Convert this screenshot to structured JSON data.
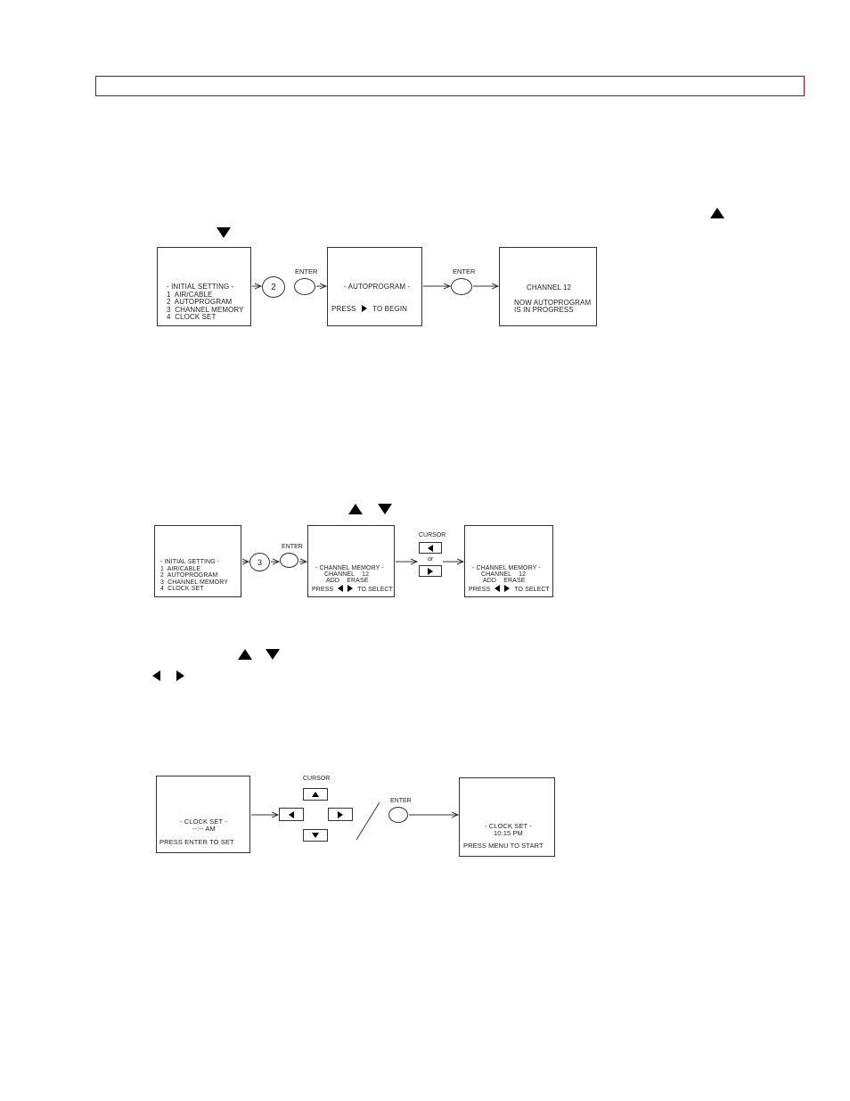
{
  "colors": {
    "header_border": "#c00000",
    "ink": "#222222"
  },
  "diagram1": {
    "menu_title": "- INITIAL SETTING -",
    "menu_items": [
      "1  AIR/CABLE",
      "2  AUTOPROGRAM",
      "3  CHANNEL MEMORY",
      "4  CLOCK SET"
    ],
    "key_number": "2",
    "enter_label_1": "ENTER",
    "autoprogram_title": "- AUTOPROGRAM -",
    "press_label": "PRESS",
    "to_begin_label": "TO BEGIN",
    "enter_label_2": "ENTER",
    "channel_label": "CHANNEL 12",
    "progress_line1": "NOW AUTOPROGRAM",
    "progress_line2": "IS IN PROGRESS"
  },
  "diagram2": {
    "menu_title": "- INITIAL SETTING -",
    "menu_items": [
      "1  AIR/CABLE",
      "2  AUTOPROGRAM",
      "3  CHANNEL MEMORY",
      "4  CLOCK SET"
    ],
    "key_number": "3",
    "enter_label": "ENTER",
    "memory_title": "- CHANNEL MEMORY -",
    "channel_line": "CHANNEL    12",
    "add_erase": "ADD    ERASE",
    "press_label": "PRESS",
    "to_select": "TO SELECT",
    "cursor_label": "CURSOR",
    "or_label": "or",
    "memory_title_2": "- CHANNEL MEMORY -",
    "channel_line_2": "CHANNEL    12",
    "add_erase_2": "ADD    ERASE",
    "press_label_2": "PRESS",
    "to_select_2": "TO SELECT"
  },
  "diagram3": {
    "clock_title": "- CLOCK SET -",
    "clock_value": "--:-- AM",
    "press_enter": "PRESS ENTER TO SET",
    "cursor_label": "CURSOR",
    "enter_label": "ENTER",
    "clock_title_2": "- CLOCK SET -",
    "clock_value_2": "10:15 PM",
    "press_menu": "PRESS MENU TO START"
  },
  "icons": [
    "up-triangle-icon",
    "down-triangle-icon",
    "left-triangle-icon",
    "right-triangle-icon"
  ]
}
